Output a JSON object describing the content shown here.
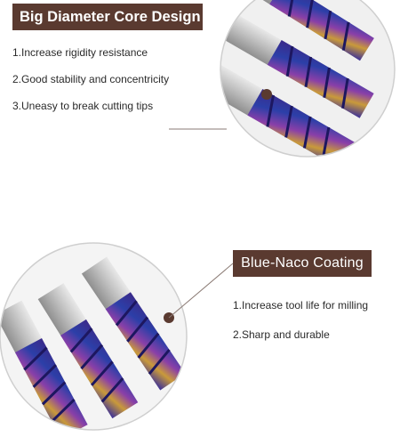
{
  "sections": [
    {
      "title": "Big Diameter Core Design",
      "features": [
        "1.Increase rigidity resistance",
        "2.Good stability and concentricity",
        "3.Uneasy to break cutting tips"
      ],
      "image_icon": "end-mill-closeup-icon"
    },
    {
      "title": "Blue-Naco Coating",
      "features": [
        "1.Increase tool life for milling",
        "2.Sharp and durable"
      ],
      "image_icon": "end-mills-group-icon"
    }
  ],
  "colors": {
    "banner_bg": "#5a3a30",
    "banner_text": "#ffffff",
    "coating_blue": "#2c3fa8",
    "coating_purple": "#7a3fa0",
    "coating_gold": "#c99a3a"
  }
}
